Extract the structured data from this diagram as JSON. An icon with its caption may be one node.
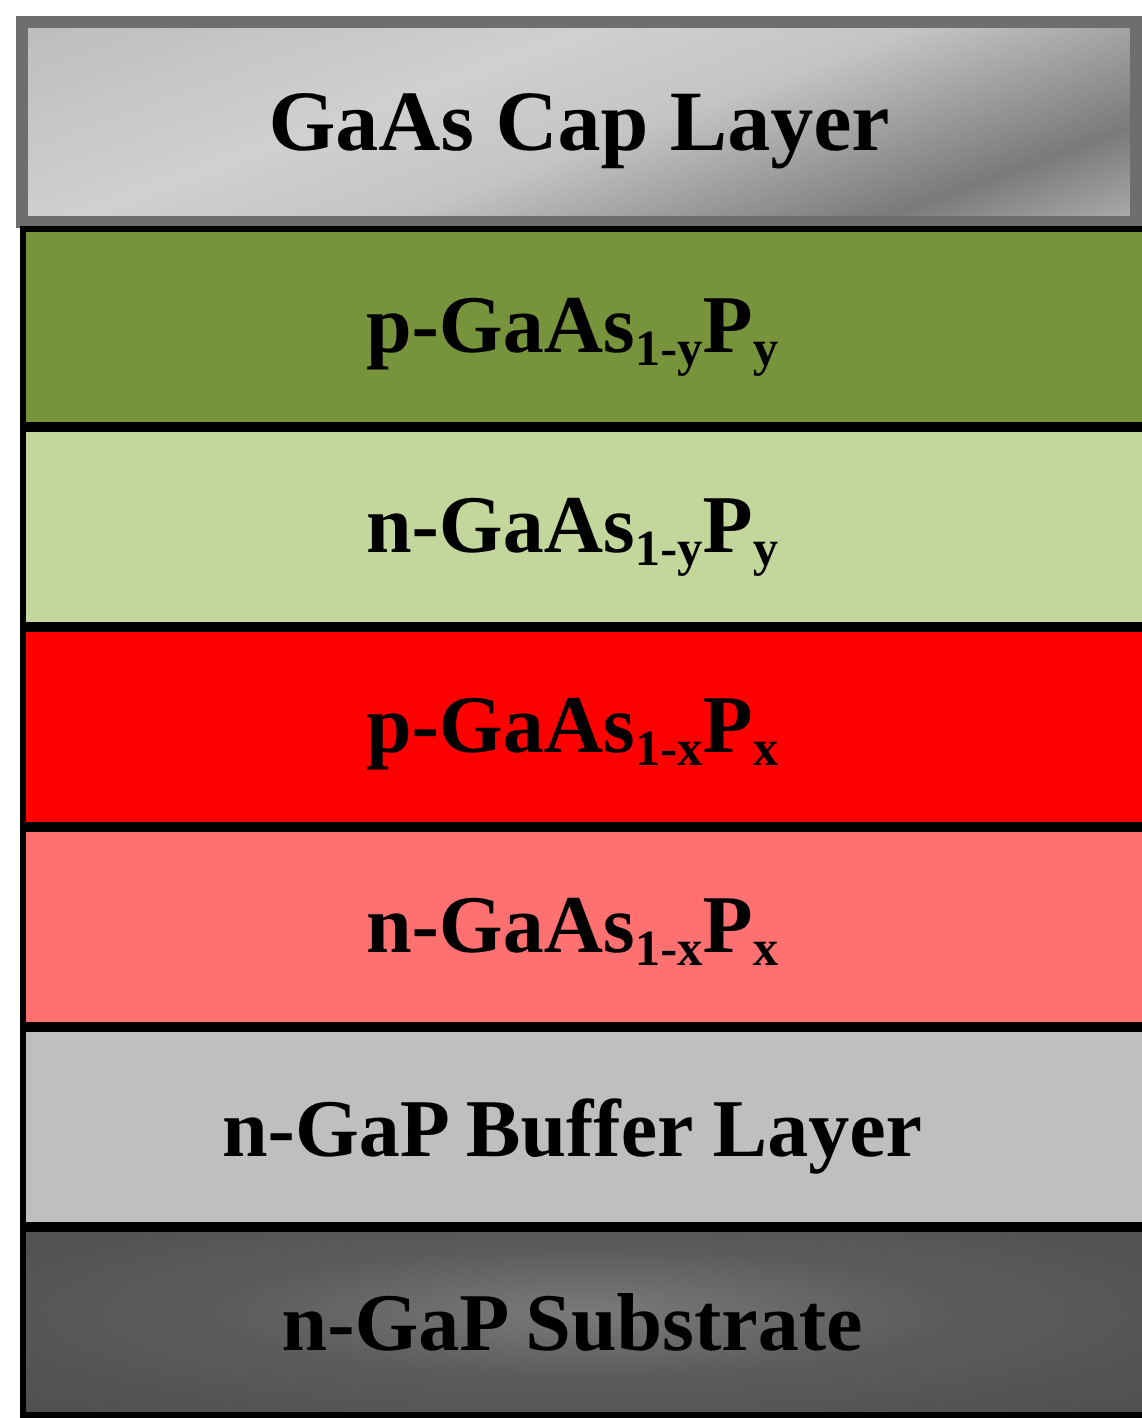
{
  "diagram": {
    "nodes": [
      {
        "text": [
          "GaAs Cap Layer"
        ]
      },
      {
        "text": [
          "p-GaAs$_{1-y}$P$_{y}$"
        ]
      },
      {
        "text": [
          "n-GaAs$_{1-y}$P$_{y}$"
        ]
      },
      {
        "text": [
          "p-GaAs$_{1-x}$P$_{x}$"
        ]
      },
      {
        "text": [
          "n-GaAs$_{1-x}$P$_{x}$"
        ]
      },
      {
        "text": [
          "n-GaP Buffer Layer"
        ]
      },
      {
        "text": [
          "n-GaP Substrate"
        ]
      }
    ]
  }
}
